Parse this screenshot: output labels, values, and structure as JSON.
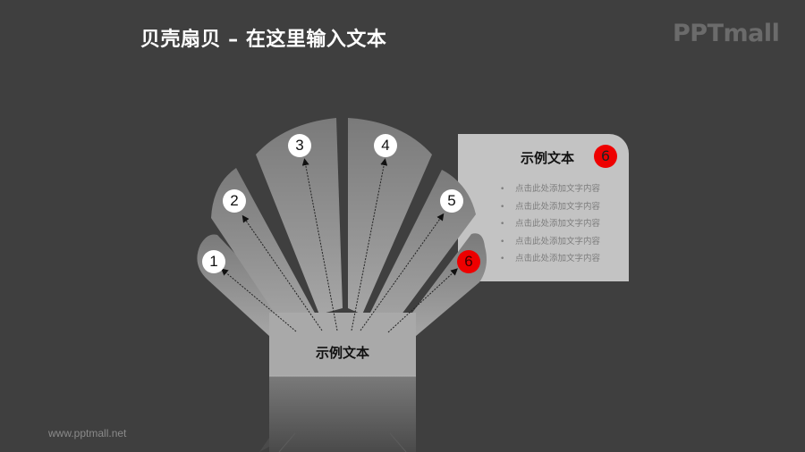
{
  "slide": {
    "title": "贝壳扇贝 – 在这里输入文本",
    "logo_text": "PPTmall",
    "footer_url": "www.pptmall.net",
    "background_color": "#3f3f3f"
  },
  "diagram": {
    "base_label": "示例文本",
    "petals": [
      {
        "number": "1",
        "highlighted": false
      },
      {
        "number": "2",
        "highlighted": false
      },
      {
        "number": "3",
        "highlighted": false
      },
      {
        "number": "4",
        "highlighted": false
      },
      {
        "number": "5",
        "highlighted": false
      },
      {
        "number": "6",
        "highlighted": true
      }
    ],
    "colors": {
      "petal": "#8e8e8e",
      "base": "#a9a9a9",
      "highlight": "#ee0000",
      "card": "#c3c3c3"
    }
  },
  "card": {
    "title": "示例文本",
    "badge": "6",
    "bullet_glyph": "•",
    "items": [
      "点击此处添加文字内容",
      "点击此处添加文字内容",
      "点击此处添加文字内容",
      "点击此处添加文字内容",
      "点击此处添加文字内容"
    ]
  }
}
